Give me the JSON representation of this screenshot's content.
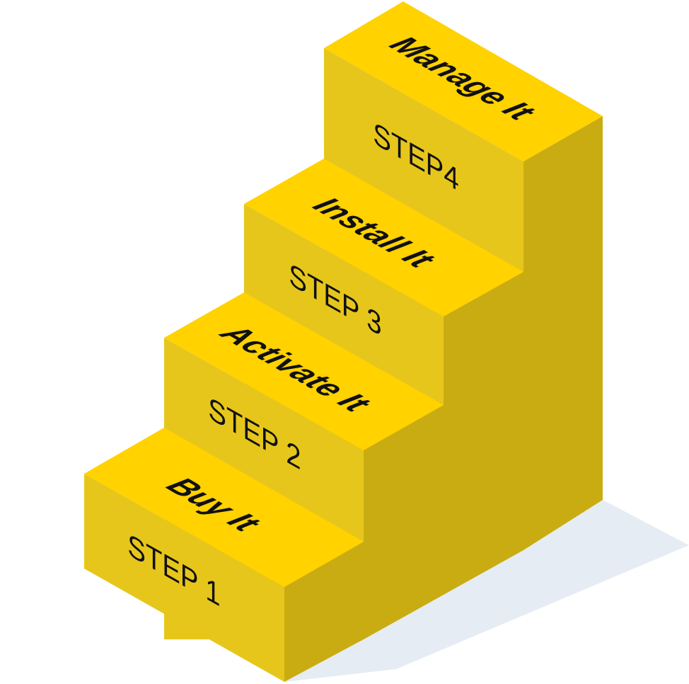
{
  "colors": {
    "top_face": "#FFD200",
    "front_face": "#E7C61C",
    "side_face": "#C9AC12",
    "shadow": "#E6ECF3",
    "text": "#111111"
  },
  "steps": [
    {
      "step_label": "STEP 1",
      "action_label": "Buy It"
    },
    {
      "step_label": "STEP 2",
      "action_label": "Activate It"
    },
    {
      "step_label": "STEP 3",
      "action_label": "Install It"
    },
    {
      "step_label": "STEP4",
      "action_label": "Manage It"
    }
  ]
}
